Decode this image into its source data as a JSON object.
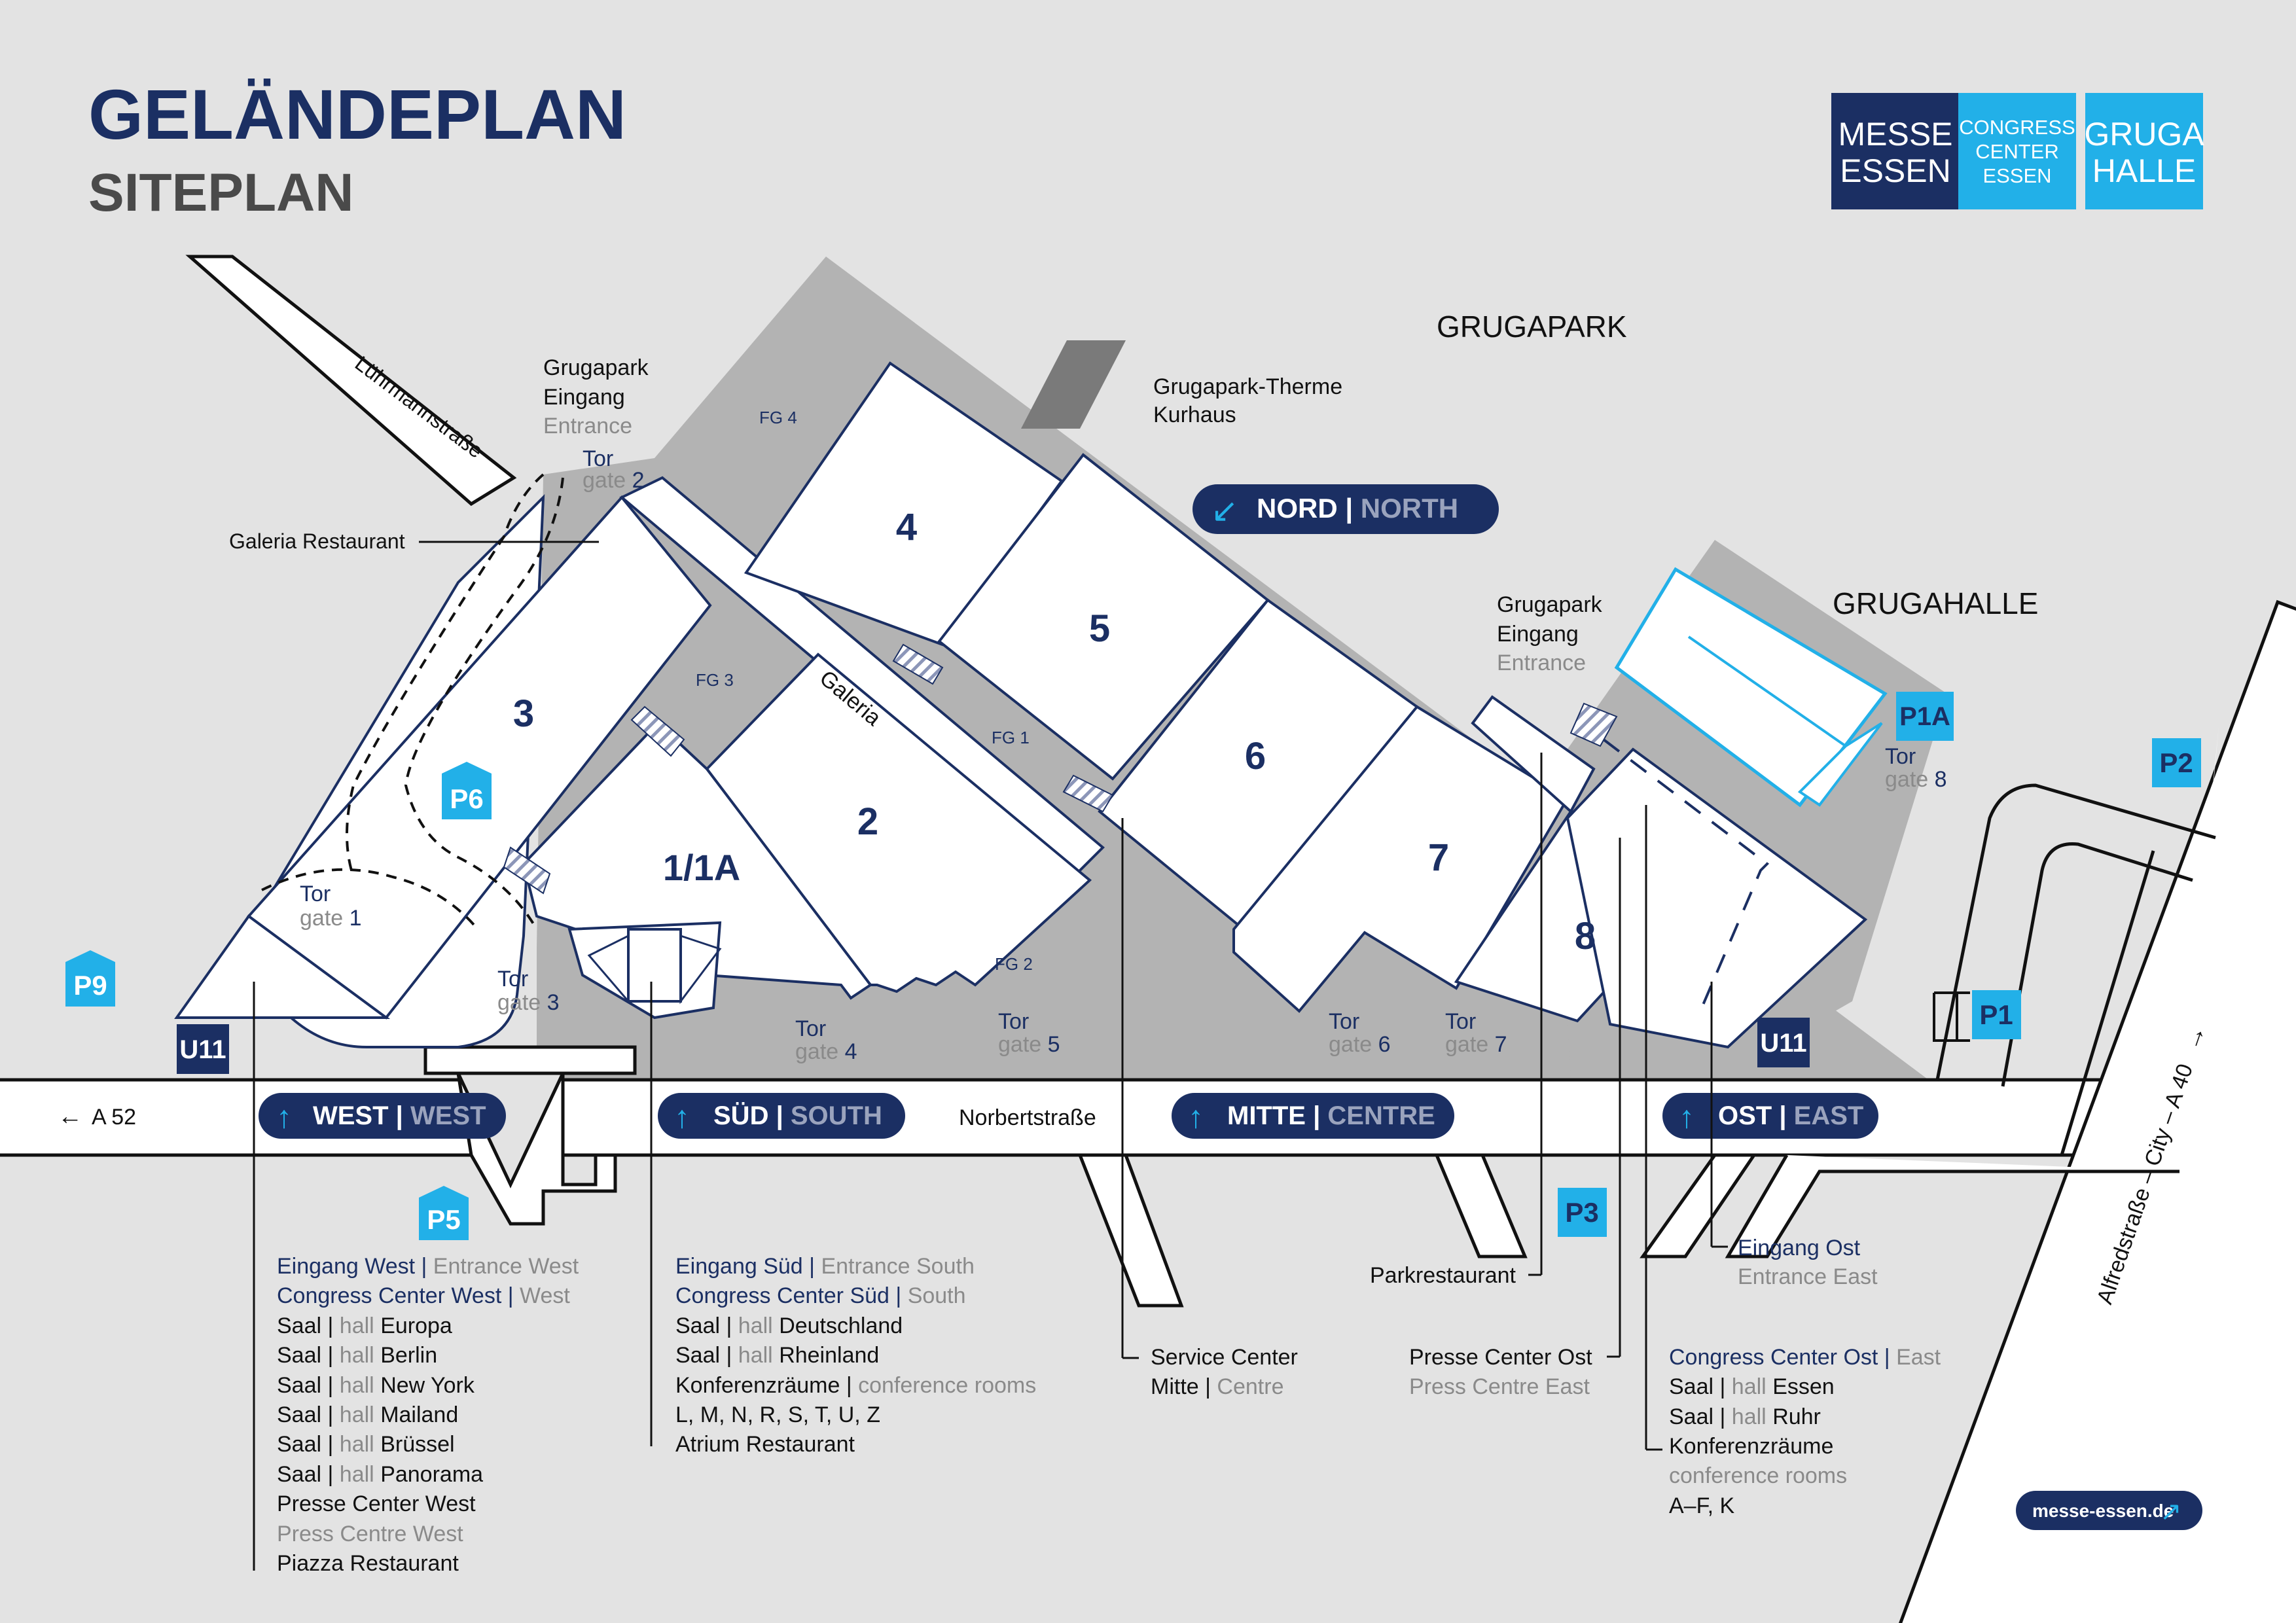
{
  "title": "GELÄNDEPLAN",
  "subtitle": "SITEPLAN",
  "logos": [
    {
      "lines": [
        "MESSE",
        "ESSEN"
      ],
      "color": "#1b2f63"
    },
    {
      "lines": [
        "CONGRESS",
        "CENTER",
        "ESSEN"
      ],
      "color": "#22b0e8"
    },
    {
      "lines": [
        "GRUGA",
        "HALLE"
      ],
      "color": "#22b0e8"
    }
  ],
  "colors": {
    "navy": "#1b2f63",
    "cyan": "#22b0e8",
    "background": "#e3e3e3",
    "grounds": "#b3b3b3"
  },
  "areas": {
    "grugapark": "GRUGAPARK",
    "grugahalle": "GRUGAHALLE",
    "therme": [
      "Grugapark-Therme",
      "Kurhaus"
    ]
  },
  "halls": [
    "1/1A",
    "2",
    "3",
    "4",
    "5",
    "6",
    "7",
    "8"
  ],
  "foyers": [
    "FG 1",
    "FG 2",
    "FG 3",
    "FG 4"
  ],
  "galeria": "Galeria",
  "streets": {
    "luehrmann": "Lührmannstraße",
    "norbert": "Norbertstraße",
    "a52": "A 52",
    "alfred": "Alfredstraße – City – A 40"
  },
  "park_entrances": [
    {
      "lines": [
        "Grugapark",
        "Eingang"
      ],
      "en": "Entrance"
    },
    {
      "lines": [
        "Grugapark",
        "Eingang"
      ],
      "en": "Entrance"
    }
  ],
  "gates": [
    {
      "de": "Tor",
      "en": "gate",
      "num": "1"
    },
    {
      "de": "Tor",
      "en": "gate",
      "num": "2"
    },
    {
      "de": "Tor",
      "en": "gate",
      "num": "3"
    },
    {
      "de": "Tor",
      "en": "gate",
      "num": "4"
    },
    {
      "de": "Tor",
      "en": "gate",
      "num": "5"
    },
    {
      "de": "Tor",
      "en": "gate",
      "num": "6"
    },
    {
      "de": "Tor",
      "en": "gate",
      "num": "7"
    },
    {
      "de": "Tor",
      "en": "gate",
      "num": "8"
    }
  ],
  "parking": [
    "P1",
    "P1A",
    "P2",
    "P3",
    "P5",
    "P6",
    "P9"
  ],
  "subway": "U11",
  "entrance_badges": [
    {
      "de": "WEST",
      "en": "WEST",
      "icon": "arrow-up-icon"
    },
    {
      "de": "SÜD",
      "en": "SOUTH",
      "icon": "arrow-up-icon"
    },
    {
      "de": "MITTE",
      "en": "CENTRE",
      "icon": "arrow-up-icon"
    },
    {
      "de": "OST",
      "en": "EAST",
      "icon": "arrow-up-icon"
    },
    {
      "de": "NORD",
      "en": "NORTH",
      "icon": "arrow-down-left-icon"
    }
  ],
  "galeria_restaurant": "Galeria Restaurant",
  "legend_west": {
    "entrance": {
      "de": "Eingang West",
      "en": "Entrance West"
    },
    "cc": {
      "de": "Congress Center West",
      "en": "West"
    },
    "halls": [
      "Europa",
      "Berlin",
      "New York",
      "Mailand",
      "Brüssel",
      "Panorama"
    ],
    "saal": "Saal",
    "hall_word": "hall",
    "press": {
      "de": "Presse Center West",
      "en": "Press Centre West"
    },
    "restaurant": "Piazza Restaurant"
  },
  "legend_sued": {
    "entrance": {
      "de": "Eingang Süd",
      "en": "Entrance South"
    },
    "cc": {
      "de": "Congress Center Süd",
      "en": "South"
    },
    "halls": [
      "Deutschland",
      "Rheinland"
    ],
    "saal": "Saal",
    "hall_word": "hall",
    "rooms": {
      "de": "Konferenzräume",
      "en": "conference rooms",
      "list": "L, M, N, R, S, T, U, Z"
    },
    "restaurant": "Atrium Restaurant"
  },
  "service_center": {
    "line1": "Service Center",
    "de": "Mitte",
    "en": "Centre"
  },
  "parkrestaurant": "Parkrestaurant",
  "press_east": {
    "de": "Presse Center Ost",
    "en": "Press Centre East"
  },
  "entrance_east": {
    "de": "Eingang Ost",
    "en": "Entrance East"
  },
  "legend_ost": {
    "cc": {
      "de": "Congress Center Ost",
      "en": "East"
    },
    "halls": [
      "Essen",
      "Ruhr"
    ],
    "saal": "Saal",
    "hall_word": "hall",
    "rooms": {
      "de": "Konferenzräume",
      "en": "conference rooms",
      "list": "A–F, K"
    }
  },
  "website": "messe-essen.de"
}
